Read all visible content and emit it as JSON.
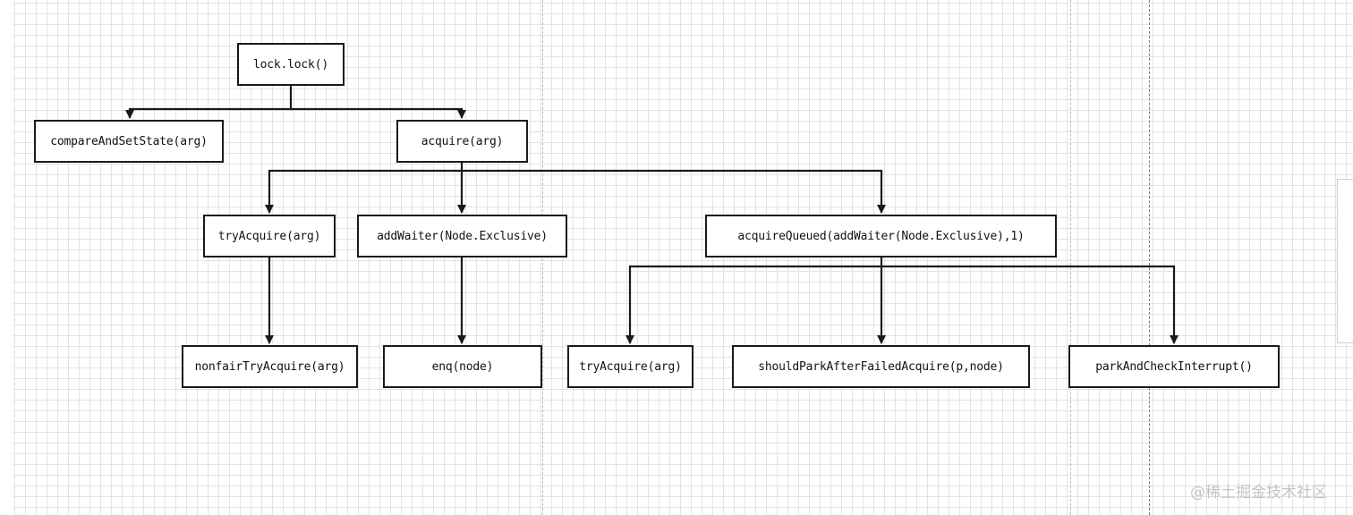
{
  "diagram": {
    "nodes": [
      {
        "id": "lock",
        "label": "lock.lock()"
      },
      {
        "id": "cas",
        "label": "compareAndSetState(arg)"
      },
      {
        "id": "acquire",
        "label": "acquire(arg)"
      },
      {
        "id": "tryAcquire1",
        "label": "tryAcquire(arg)"
      },
      {
        "id": "addWaiter",
        "label": "addWaiter(Node.Exclusive)"
      },
      {
        "id": "acquireQueued",
        "label": "acquireQueued(addWaiter(Node.Exclusive),1)"
      },
      {
        "id": "nonfair",
        "label": "nonfairTryAcquire(arg)"
      },
      {
        "id": "enq",
        "label": "enq(node)"
      },
      {
        "id": "tryAcquire2",
        "label": "tryAcquire(arg)"
      },
      {
        "id": "shouldPark",
        "label": "shouldParkAfterFailedAcquire(p,node)"
      },
      {
        "id": "parkCheck",
        "label": "parkAndCheckInterrupt()"
      }
    ],
    "edges": [
      {
        "from": "lock",
        "to": "cas"
      },
      {
        "from": "lock",
        "to": "acquire"
      },
      {
        "from": "acquire",
        "to": "tryAcquire1"
      },
      {
        "from": "acquire",
        "to": "addWaiter"
      },
      {
        "from": "acquire",
        "to": "acquireQueued"
      },
      {
        "from": "tryAcquire1",
        "to": "nonfair"
      },
      {
        "from": "addWaiter",
        "to": "enq"
      },
      {
        "from": "acquireQueued",
        "to": "tryAcquire2"
      },
      {
        "from": "acquireQueued",
        "to": "shouldPark"
      },
      {
        "from": "acquireQueued",
        "to": "parkCheck"
      }
    ]
  },
  "watermark": "@稀土掘金技术社区",
  "colors": {
    "stroke": "#1a1a1a",
    "grid": "#e3e3e3",
    "page_break": "#bdbdbd",
    "watermark": "#c4c4c4"
  }
}
